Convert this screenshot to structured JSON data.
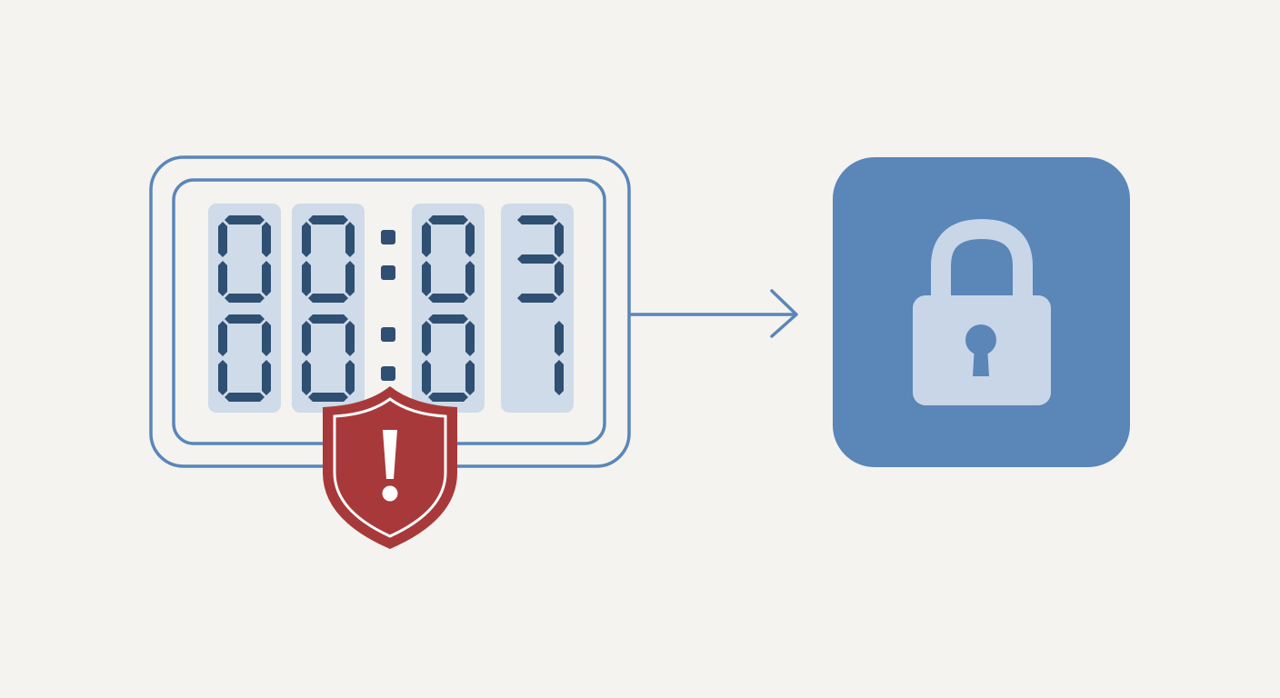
{
  "timer": {
    "rows": [
      {
        "digits": [
          "0",
          "0",
          "0",
          "3"
        ]
      },
      {
        "digits": [
          "0",
          "0",
          "0",
          "1"
        ]
      }
    ],
    "separator": ":"
  },
  "warning": {
    "icon": "shield-exclamation-icon",
    "symbol": "!"
  },
  "lock": {
    "icon": "padlock-icon"
  },
  "colors": {
    "background": "#f4f3ef",
    "frame": "#5a86b8",
    "digit_panel": "#cfdbe9",
    "segment": "#2f4f73",
    "shield": "#a8393a",
    "lock_tile": "#5a86b8",
    "lock_body": "#c8d6e8"
  }
}
